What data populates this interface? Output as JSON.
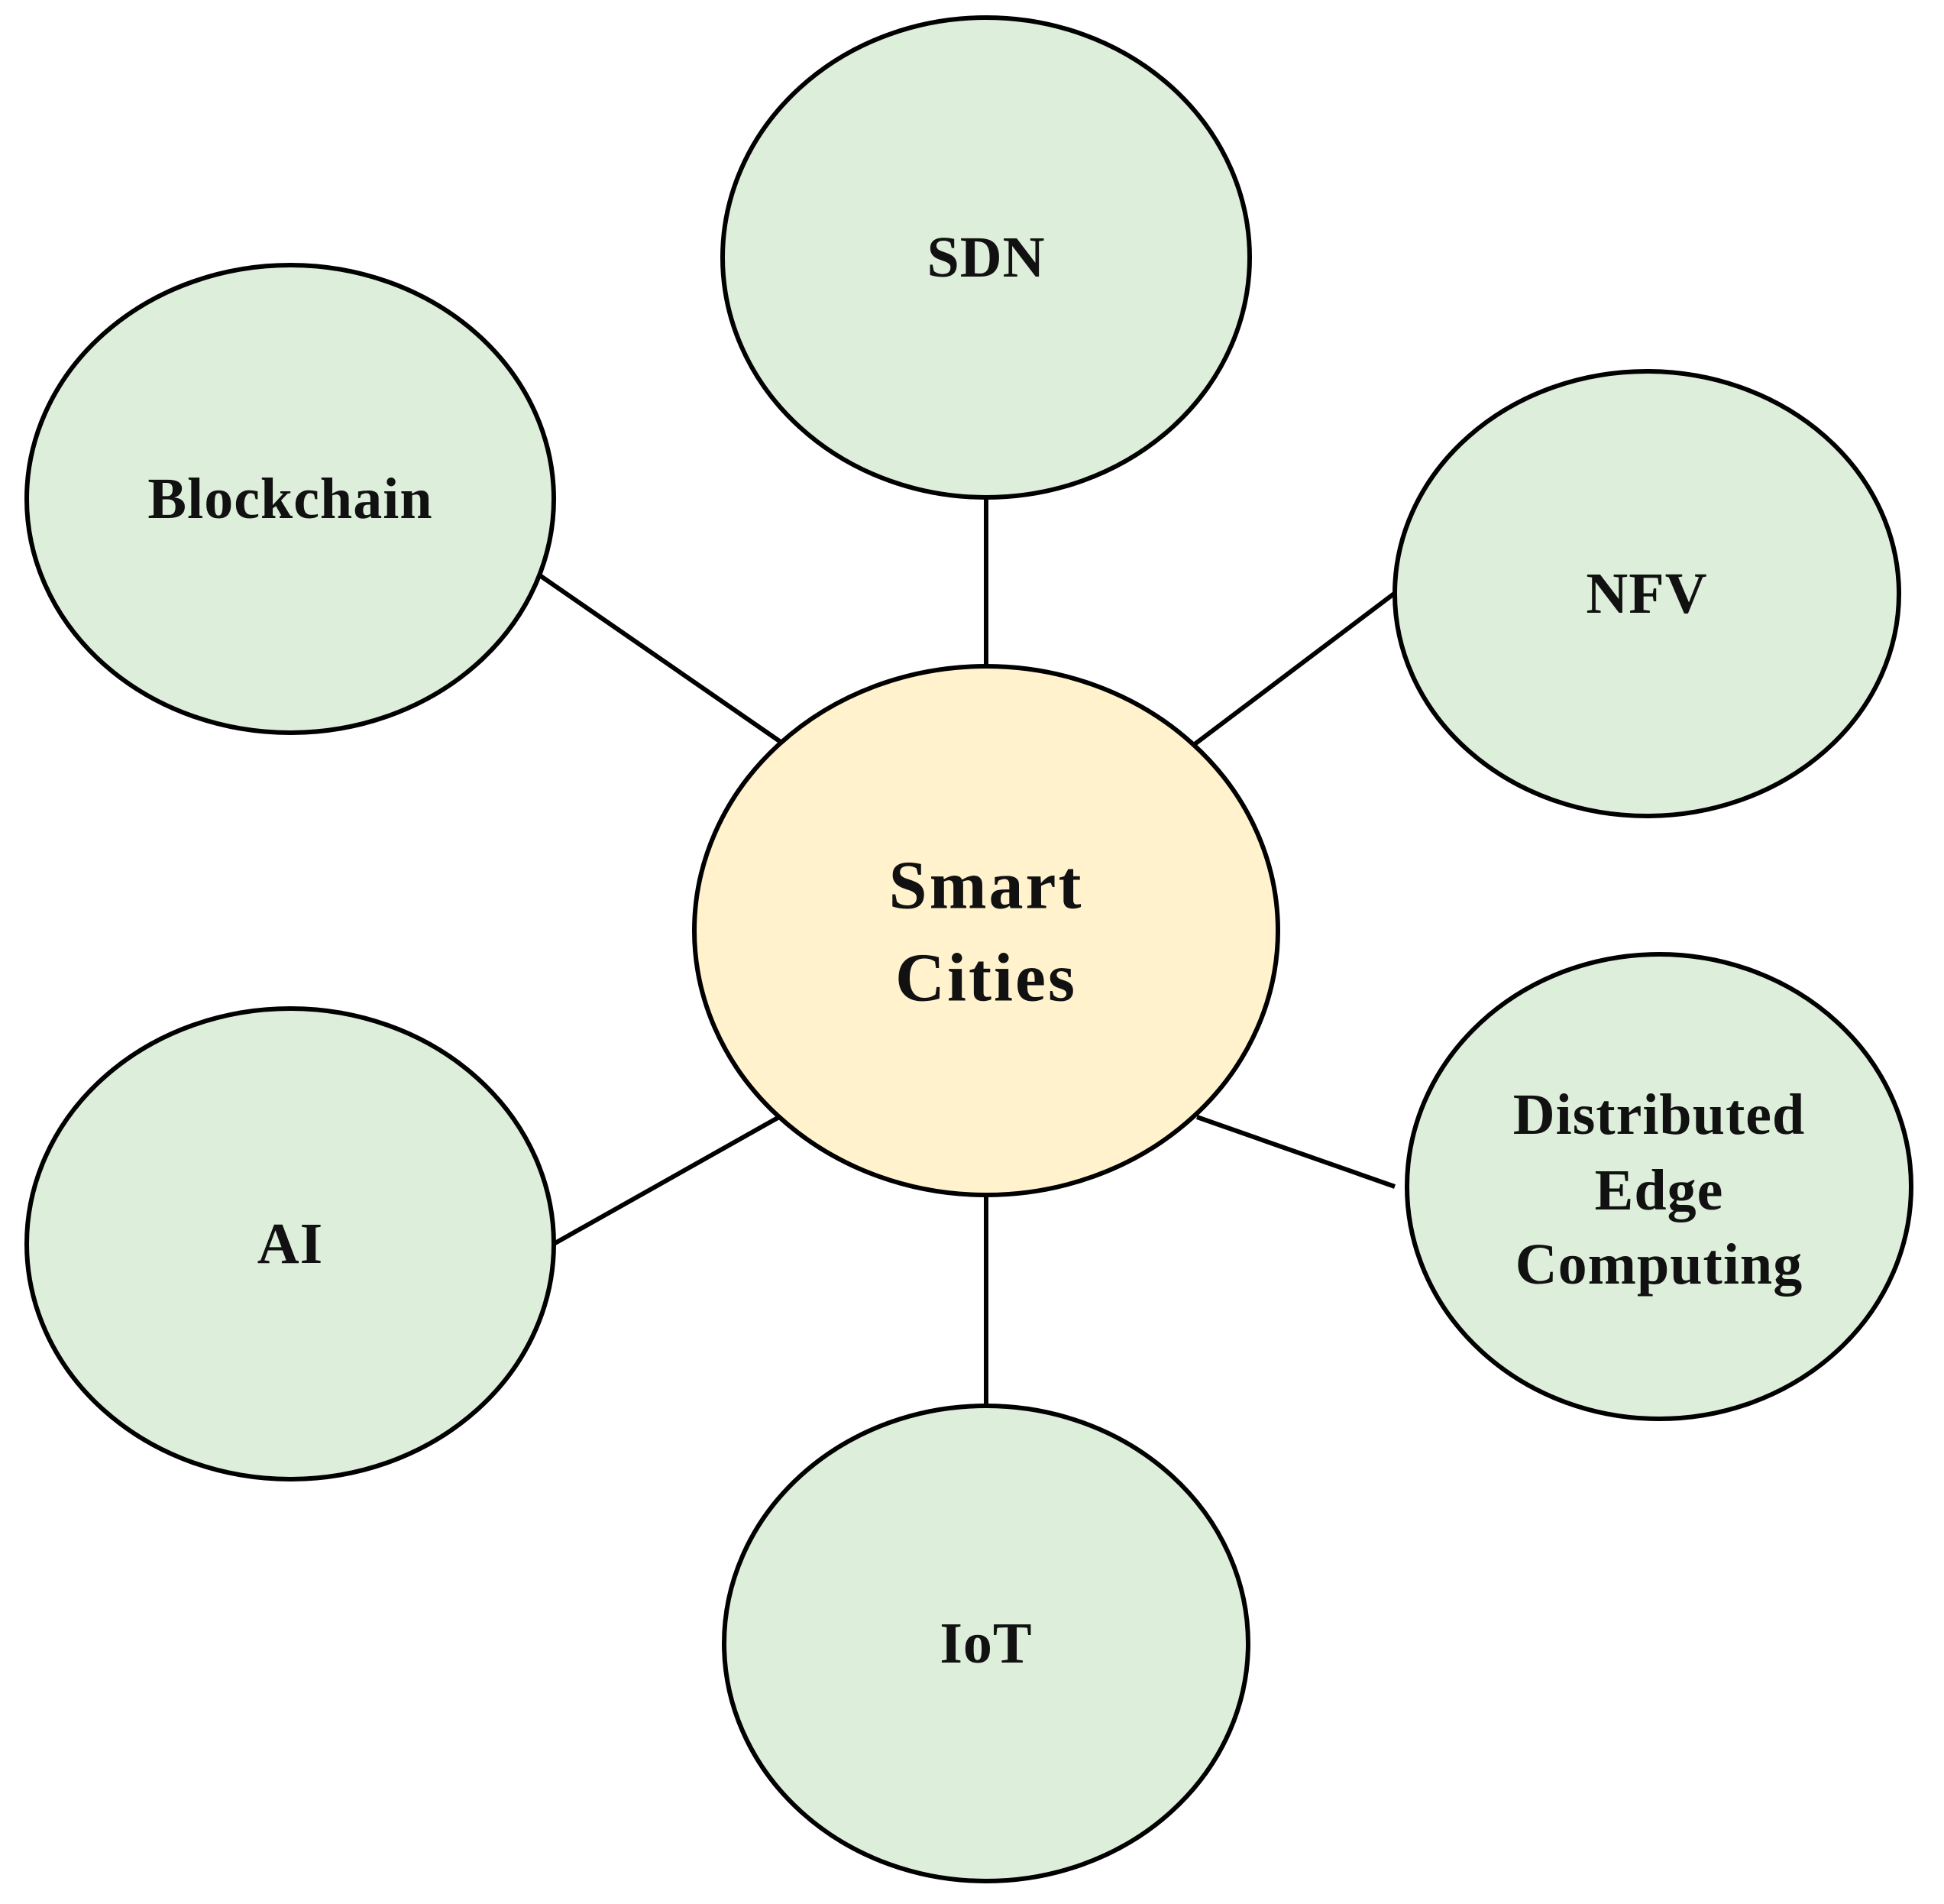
{
  "diagram": {
    "center": {
      "lines": [
        "Smart",
        "Cities"
      ],
      "fill": "#FFF2CC"
    },
    "satellite_fill": "#DDEEDA",
    "stroke_color": "#000000",
    "nodes": [
      {
        "id": "sdn",
        "lines": [
          "SDN"
        ]
      },
      {
        "id": "nfv",
        "lines": [
          "NFV"
        ]
      },
      {
        "id": "distributed-edge-computing",
        "lines": [
          "Distributed",
          "Edge",
          "Computing"
        ]
      },
      {
        "id": "iot",
        "lines": [
          "IoT"
        ]
      },
      {
        "id": "ai",
        "lines": [
          "AI"
        ]
      },
      {
        "id": "blockchain",
        "lines": [
          "Blockchain"
        ]
      }
    ]
  }
}
